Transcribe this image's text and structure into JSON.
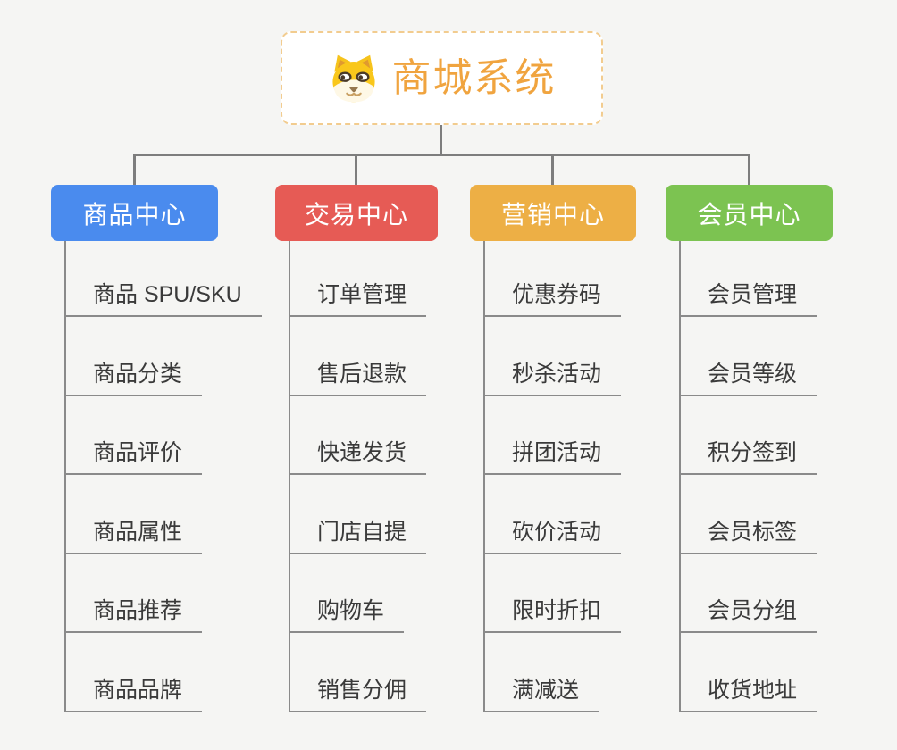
{
  "root": {
    "label": "商城系统",
    "icon": "dog-face-icon",
    "text_color": "#F0A43F",
    "border_color": "#F2CC8F"
  },
  "branches": [
    {
      "label": "商品中心",
      "color": "#4A8BEE",
      "children": [
        "商品 SPU/SKU",
        "商品分类",
        "商品评价",
        "商品属性",
        "商品推荐",
        "商品品牌"
      ]
    },
    {
      "label": "交易中心",
      "color": "#E65B55",
      "children": [
        "订单管理",
        "售后退款",
        "快递发货",
        "门店自提",
        "购物车",
        "销售分佣"
      ]
    },
    {
      "label": "营销中心",
      "color": "#EDAF45",
      "children": [
        "优惠券码",
        "秒杀活动",
        "拼团活动",
        "砍价活动",
        "限时折扣",
        "满减送"
      ]
    },
    {
      "label": "会员中心",
      "color": "#7CC351",
      "children": [
        "会员管理",
        "会员等级",
        "积分签到",
        "会员标签",
        "会员分组",
        "收货地址"
      ]
    }
  ],
  "palette": {
    "background": "#F5F5F3",
    "connector": "#7d7d7d",
    "leaf_line": "#8a8a8a",
    "leaf_text": "#3a3a3a"
  }
}
